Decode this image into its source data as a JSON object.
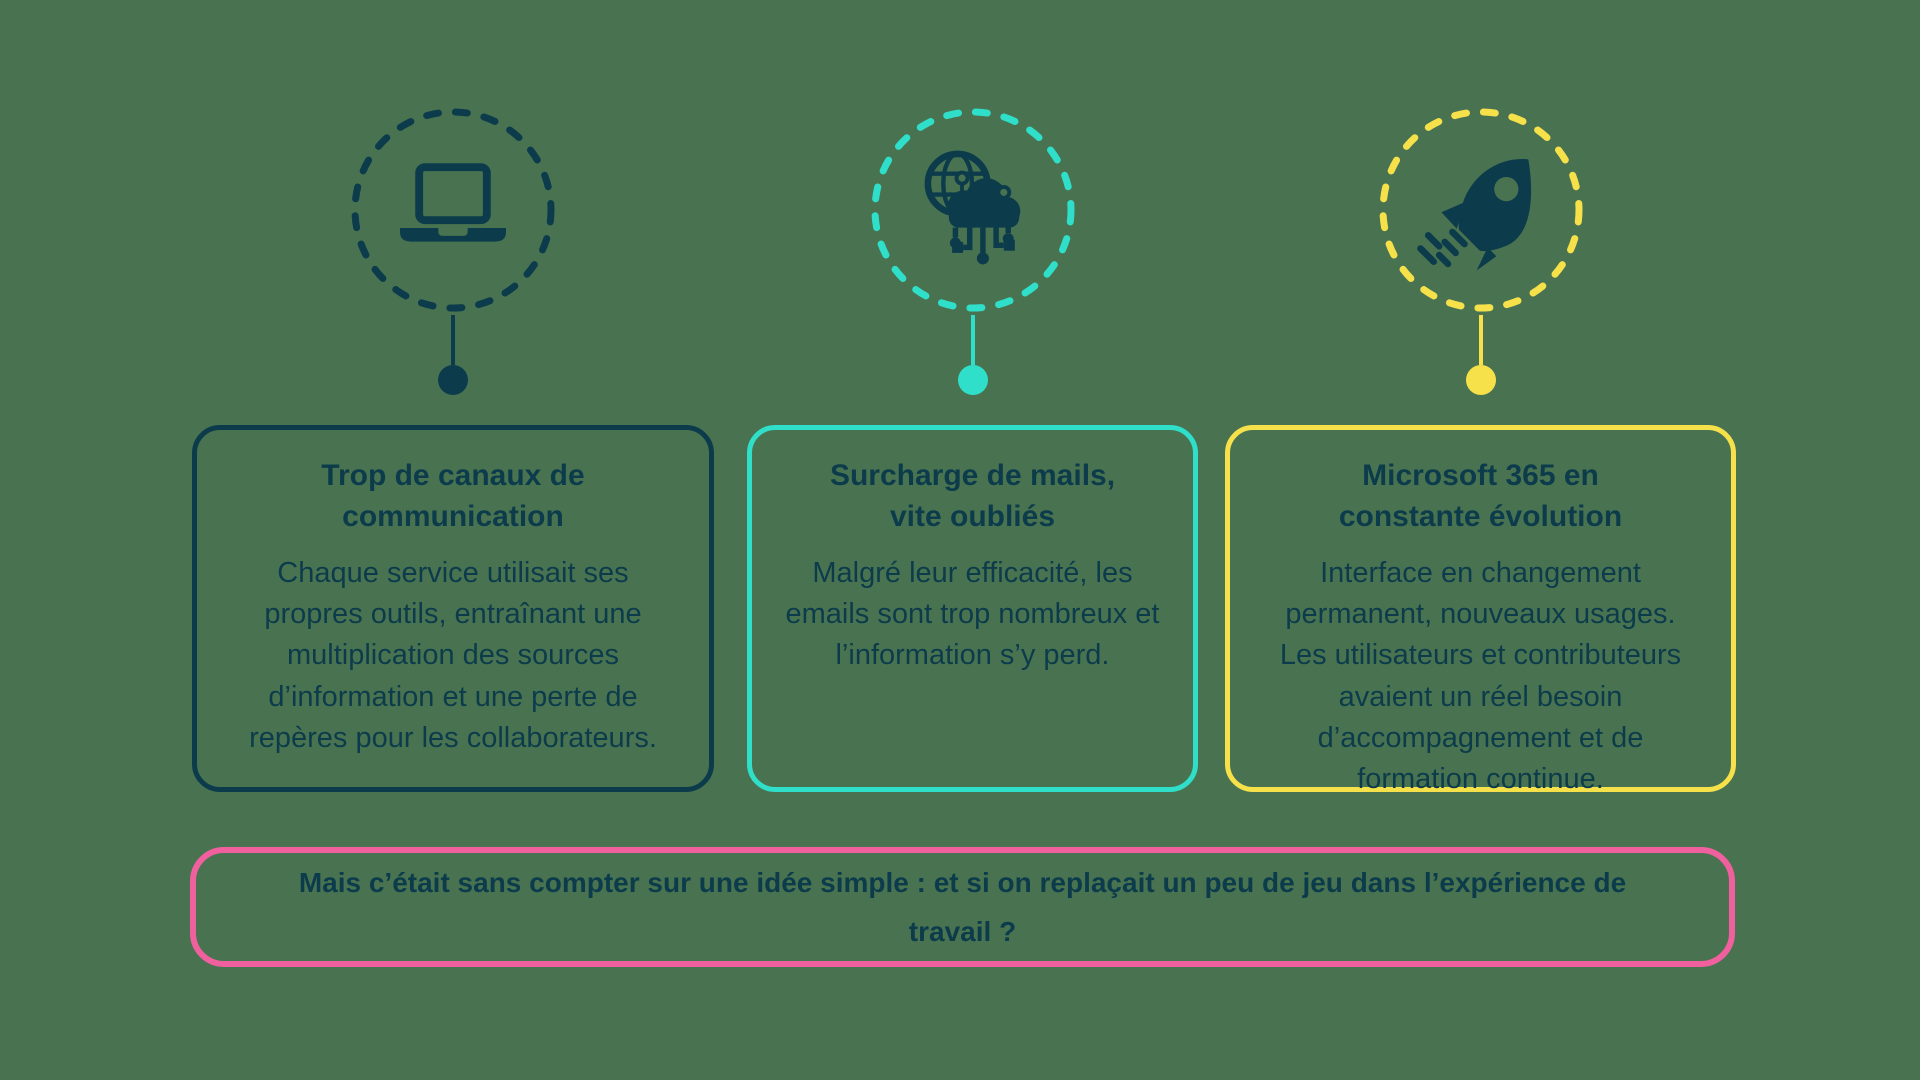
{
  "page": {
    "background_color": "#497350",
    "text_color": "#0C3C4C"
  },
  "colors": {
    "dark_teal": "#0C3C4C",
    "turquoise": "#2FDFC9",
    "yellow": "#F6E14B",
    "pink": "#F0609E"
  },
  "columns": [
    {
      "icon": "laptop-icon",
      "accent_color": "#0C3C4C",
      "title": "Trop de canaux de communication",
      "body": "Chaque service utilisait ses propres outils, entraînant une multiplication des sources d’information et une perte de repères pour les collaborateurs."
    },
    {
      "icon": "cloud-network-icon",
      "accent_color": "#2FDFC9",
      "title": "Surcharge de mails, vite oubliés",
      "body": "Malgré leur efficacité, les emails sont trop nombreux et l’information s’y perd."
    },
    {
      "icon": "rocket-icon",
      "accent_color": "#F6E14B",
      "title": "Microsoft 365 en constante évolution",
      "body": "Interface en changement permanent, nouveaux usages. Les utilisateurs et contributeurs avaient un réel besoin d’accompagnement et de formation continue."
    }
  ],
  "banner": {
    "border_color": "#F0609E",
    "text": "Mais c’était sans compter sur une idée simple : et si on replaçait un peu de jeu dans l’expérience de travail ?"
  }
}
